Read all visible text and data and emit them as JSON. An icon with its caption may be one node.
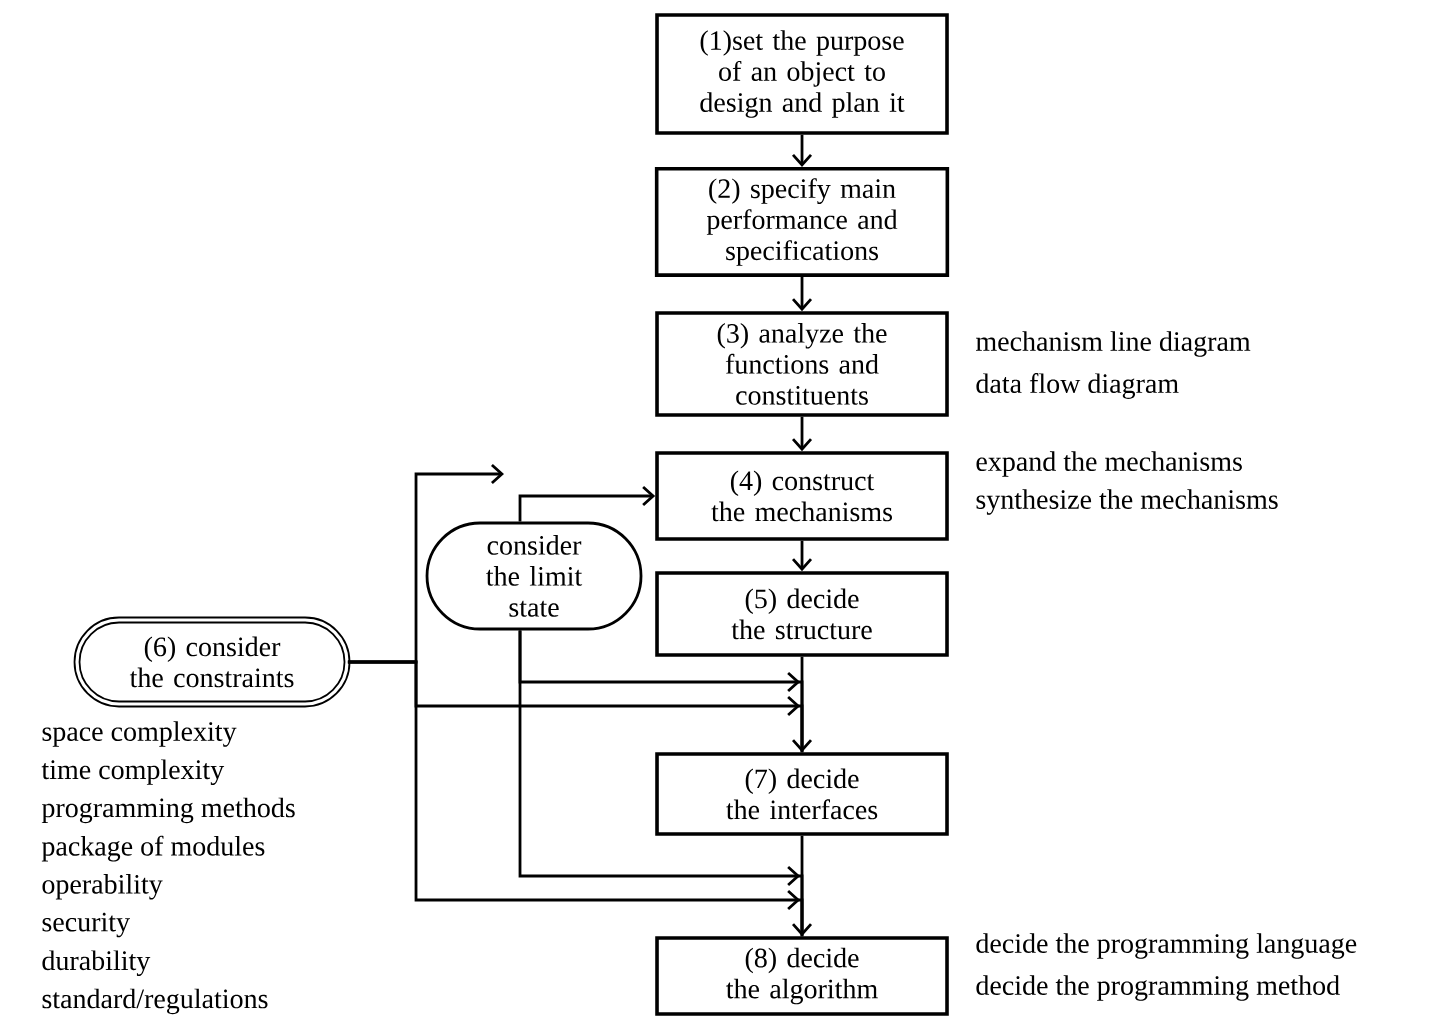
{
  "diagram": {
    "nodes": [
      {
        "text": [
          "(1)set the purpose of an object to design and plan it"
        ]
      },
      {
        "text": [
          "(2) specify main performance and specifications"
        ]
      },
      {
        "text": [
          "(3) analyze the functions and constituents"
        ],
        "beside": [
          "mechanism line diagram",
          "data flow diagram"
        ]
      },
      {
        "text": [
          "(4) construct the mechanisms"
        ],
        "beside": [
          "expand the mechanisms",
          "synthesize the mechanisms"
        ]
      },
      {
        "text": [
          "consider the limit state"
        ]
      },
      {
        "text": [
          "(5) decide the structure"
        ]
      },
      {
        "text": [
          "(6) consider the constraints"
        ],
        "beside": [
          "space complexity",
          "time complexity",
          "programming methods",
          "package of modules",
          "operability",
          "security",
          "durability",
          "standard/regulations"
        ]
      },
      {
        "text": [
          "(7) decide the interfaces"
        ]
      },
      {
        "text": [
          "(8) decide the algorithm"
        ],
        "beside": [
          "decide the programming language",
          "decide the programming method"
        ]
      }
    ],
    "edges": [
      {
        "from": 0,
        "to": 1,
        "arrow": "to"
      },
      {
        "from": 1,
        "to": 2,
        "arrow": "to"
      },
      {
        "from": 2,
        "to": 3,
        "arrow": "to"
      },
      {
        "from": 3,
        "to": 5,
        "arrow": "to"
      },
      {
        "from": 5,
        "to": 7,
        "arrow": "to"
      },
      {
        "from": 7,
        "to": 8,
        "arrow": "to"
      },
      {
        "from": 4,
        "to": 3,
        "arrow": "to"
      },
      {
        "from": 4,
        "to": 7,
        "arrow": "to"
      },
      {
        "from": 4,
        "to": 8,
        "arrow": "to"
      },
      {
        "from": 6,
        "to": null,
        "arrow": "to"
      },
      {
        "from": 6,
        "to": 7,
        "arrow": "to"
      },
      {
        "from": 6,
        "to": 8,
        "arrow": "to"
      }
    ]
  }
}
